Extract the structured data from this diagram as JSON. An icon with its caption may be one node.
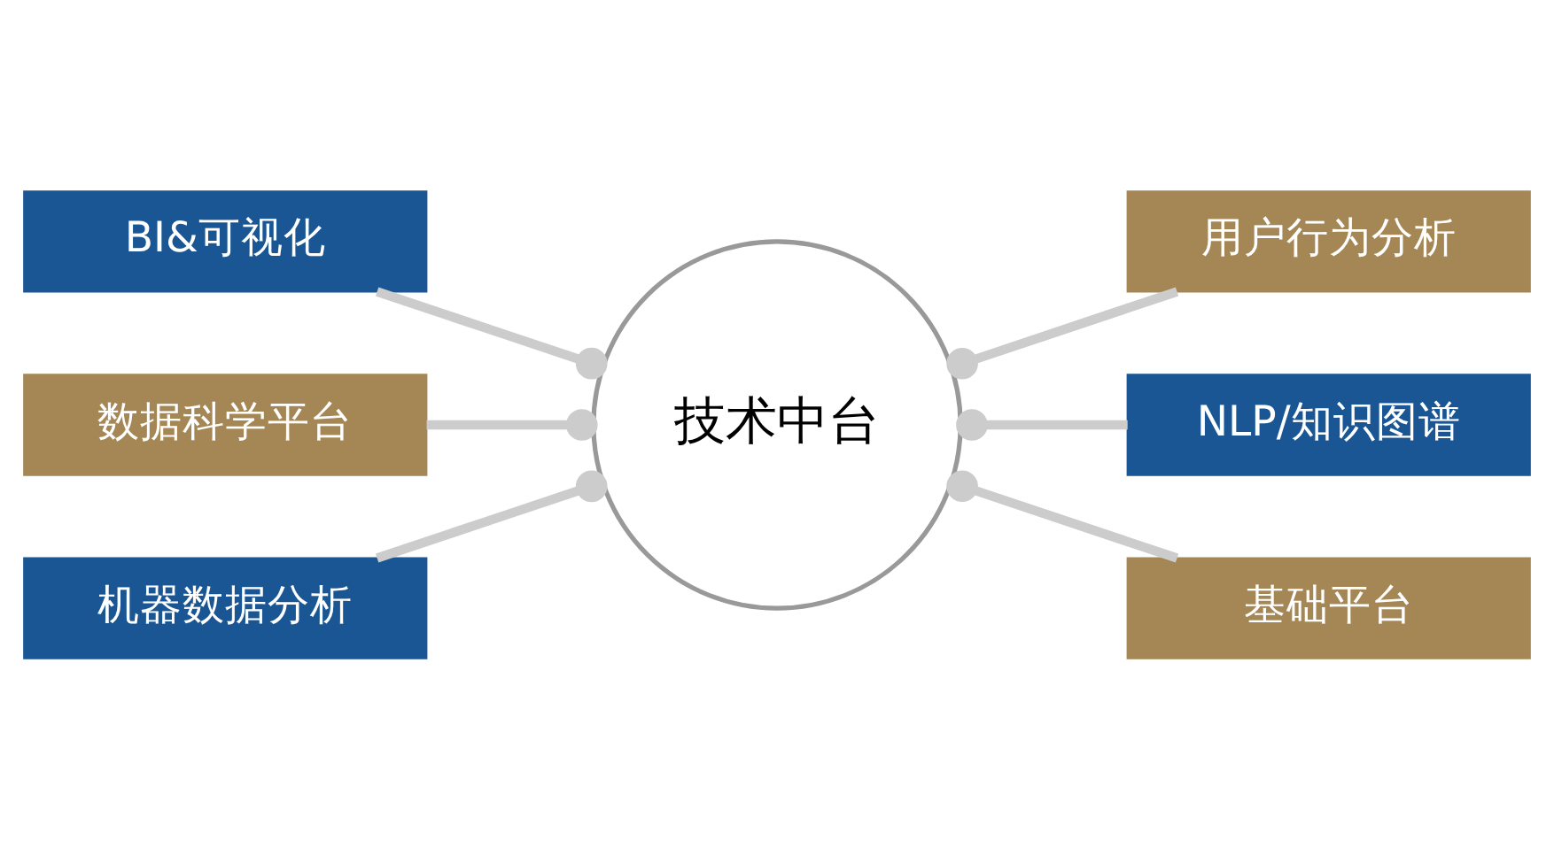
{
  "diagram": {
    "nodes": [
      {
        "text": [
          "BI&可视化"
        ]
      },
      {
        "text": [
          "用户行为分析"
        ]
      },
      {
        "text": [
          "数据科学平台"
        ]
      },
      {
        "text": [
          "技术中台"
        ]
      },
      {
        "text": [
          "NLP/知识图谱"
        ]
      },
      {
        "text": [
          "机器数据分析"
        ]
      },
      {
        "text": [
          "基础平台"
        ]
      }
    ],
    "edges": [
      {
        "from": 0,
        "to": 3,
        "arrow": "other"
      },
      {
        "from": 3,
        "to": 1,
        "arrow": "other"
      },
      {
        "from": 2,
        "to": 3,
        "arrow": "other"
      },
      {
        "from": 3,
        "to": 4,
        "arrow": "other"
      },
      {
        "from": 5,
        "to": 3,
        "arrow": "other"
      },
      {
        "from": 3,
        "to": 6,
        "arrow": "other"
      }
    ]
  }
}
